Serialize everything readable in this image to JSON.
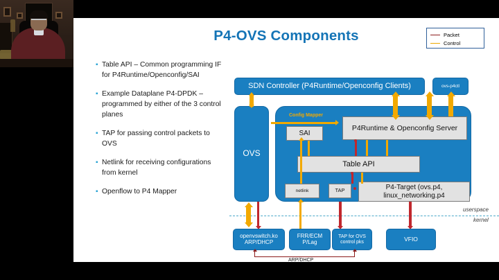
{
  "meeting": {
    "webcam_tile": "participant-video",
    "background": "#000000"
  },
  "slide": {
    "title": "P4-OVS Components",
    "title_color": "#1474b6",
    "legend": {
      "items": [
        {
          "label": "Packet",
          "color": "#8b1a1a"
        },
        {
          "label": "Control",
          "color": "#eda800"
        }
      ]
    },
    "bullets": [
      "Table API – Common programming IF for P4Runtime/Openconfig/SAI",
      "Example Dataplane P4-DPDK – programmed by either of the 3 control planes",
      "TAP for passing control packets to OVS",
      "Netlink for receiving configurations from kernel",
      "Openflow to P4 Mapper"
    ],
    "bullet_marker": "▪",
    "diagram": {
      "nodes": {
        "sdn_controller": "SDN Controller (P4Runtime/Openconfig Clients)",
        "ovs_p4ctl": "ovs-p4ctl",
        "ovs": "OVS",
        "sai": "SAI",
        "p4runtime_server": "P4Runtime & Openconfig Server",
        "table_api": "Table API",
        "netlink": "netlink",
        "tap": "TAP",
        "p4_target": "P4-Target (ovs.p4, linux_networking.p4",
        "openvswitch_ko": "openvswitch.ko ARP/DHCP",
        "frr_ecmp": "FRR/ECM P/Lag",
        "tap_ovs": "TAP for OVS control pks",
        "vfio": "VFIO"
      },
      "labels": {
        "config_mapper": "Config Mapper",
        "userspace": "userspace",
        "kernel": "kernel",
        "arp_dhcp": "ARP/DHCP"
      },
      "colors": {
        "node_blue": "#1a7fc1",
        "gray_box": "#e2e2e2",
        "control_arrow": "#f2a900",
        "packet_arrow": "#c0272d",
        "divider": "#4aa8c9"
      }
    }
  }
}
